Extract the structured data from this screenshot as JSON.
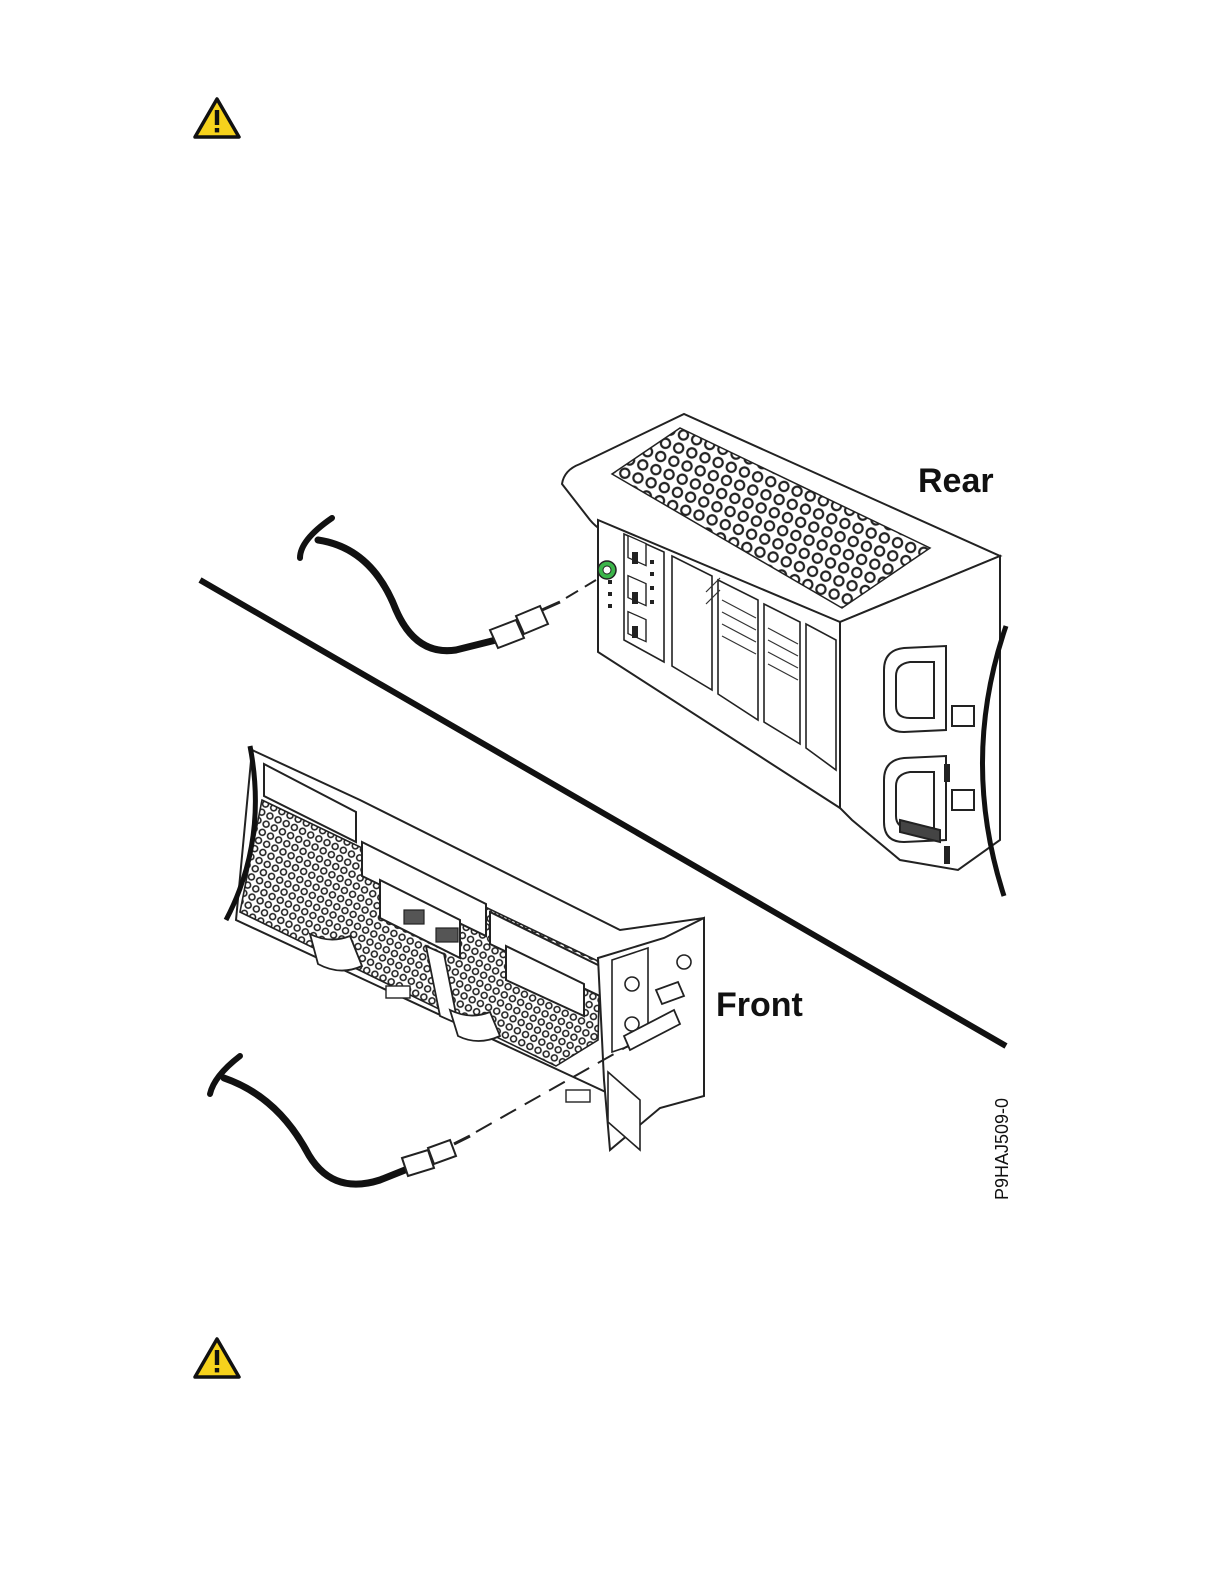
{
  "page": {
    "warning_icons": [
      "warning-triangle-icon",
      "warning-triangle-icon"
    ]
  },
  "figure": {
    "label_rear": "Rear",
    "label_front": "Front",
    "figure_id": "P9HAJ509-0",
    "colors": {
      "warning_fill": "#f6d21c",
      "outline": "#111111",
      "status_led": "#3cb54a"
    }
  }
}
